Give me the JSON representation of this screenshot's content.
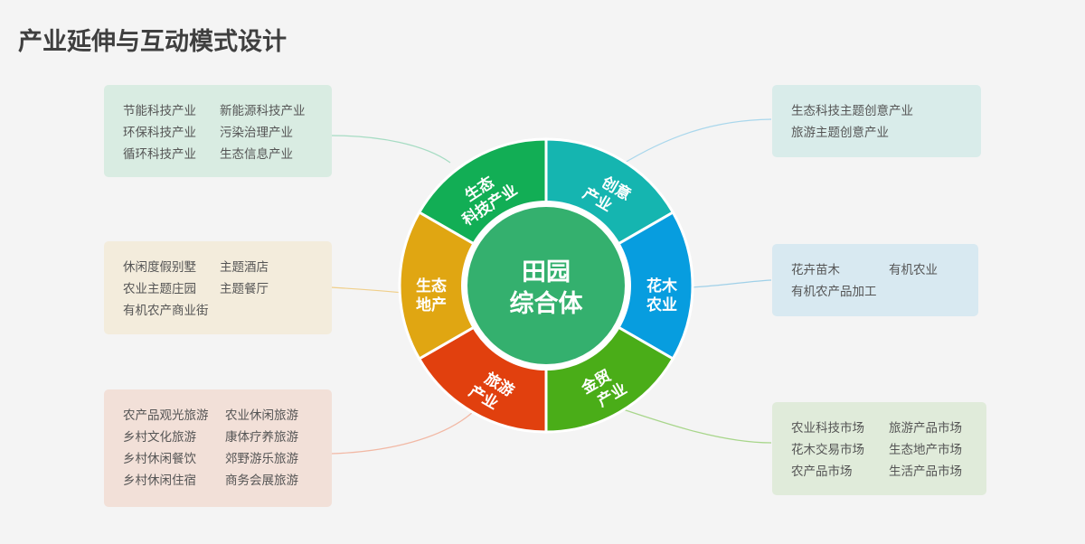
{
  "title": "产业延伸与互动模式设计",
  "center": {
    "line1": "田园",
    "line2": "综合体",
    "color": "#34b06e"
  },
  "segments": [
    {
      "id": "eco-tech",
      "line1": "生态",
      "line2": "科技产业",
      "color": "#12ae55"
    },
    {
      "id": "creative",
      "line1": "创意",
      "line2": "产业",
      "color": "#15b5b0"
    },
    {
      "id": "flower",
      "line1": "花木",
      "line2": "农业",
      "color": "#079ddf"
    },
    {
      "id": "trade",
      "line1": "金贸",
      "line2": "产业",
      "color": "#4aad18"
    },
    {
      "id": "tourism",
      "line1": "旅游",
      "line2": "产业",
      "color": "#e1400e"
    },
    {
      "id": "realestate",
      "line1": "生态",
      "line2": "地产",
      "color": "#e0a612"
    }
  ],
  "boxes": {
    "eco_tech": {
      "bg": "#d9ece2",
      "line_color": "#a6dcc3",
      "rows": [
        [
          "节能科技产业",
          "新能源科技产业"
        ],
        [
          "环保科技产业",
          "污染治理产业"
        ],
        [
          "循环科技产业",
          "生态信息产业"
        ]
      ]
    },
    "realestate": {
      "bg": "#f3ecdc",
      "line_color": "#f0cf8a",
      "rows": [
        [
          "休闲度假别墅",
          "主题酒店"
        ],
        [
          "农业主题庄园",
          "主题餐厅"
        ],
        [
          "有机农产商业街"
        ]
      ]
    },
    "tourism": {
      "bg": "#f2e0d8",
      "line_color": "#f2b8a4",
      "rows": [
        [
          "农产品观光旅游",
          "农业休闲旅游"
        ],
        [
          "乡村文化旅游",
          "康体疗养旅游"
        ],
        [
          "乡村休闲餐饮",
          "郊野游乐旅游"
        ],
        [
          "乡村休闲住宿",
          "商务会展旅游"
        ]
      ]
    },
    "creative": {
      "bg": "#d9ecea",
      "line_color": "#a9d7ec",
      "rows": [
        [
          "生态科技主题创意产业"
        ],
        [
          "旅游主题创意产业"
        ]
      ]
    },
    "flower": {
      "bg": "#d8e9f1",
      "line_color": "#9fd0e8",
      "rows": [
        [
          "花卉苗木",
          "有机农业"
        ],
        [
          "有机农产品加工"
        ]
      ]
    },
    "trade": {
      "bg": "#e0ebda",
      "line_color": "#a8d68b",
      "rows": [
        [
          "农业科技市场",
          "旅游产品市场"
        ],
        [
          "花木交易市场",
          "生态地产市场"
        ],
        [
          "农产品市场",
          "生活产品市场"
        ]
      ]
    }
  }
}
